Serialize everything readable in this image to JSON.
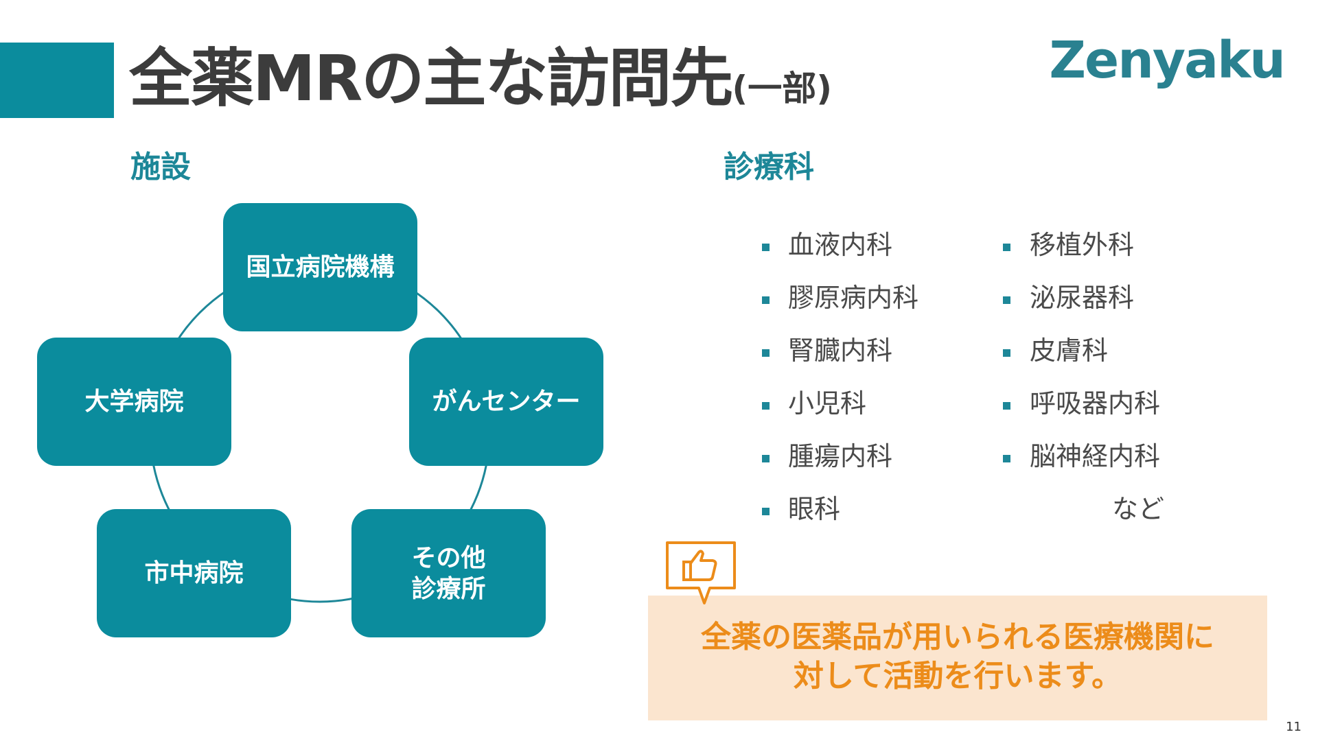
{
  "title": {
    "main": "全薬MRの主な訪問先",
    "sub": "(一部)"
  },
  "logo": "Zenyaku",
  "facilities": {
    "label": "施設",
    "items": [
      {
        "label": "国立病院機構"
      },
      {
        "label": "がんセンター"
      },
      {
        "label": "その他\n診療所"
      },
      {
        "label": "市中病院"
      },
      {
        "label": "大学病院"
      }
    ]
  },
  "departments": {
    "label": "診療科",
    "col1": [
      "血液内科",
      "膠原病内科",
      "腎臓内科",
      "小児科",
      "腫瘍内科",
      "眼科"
    ],
    "col2": [
      "移植外科",
      "泌尿器科",
      "皮膚科",
      "呼吸器内科",
      "脳神経内科"
    ],
    "etc": "など"
  },
  "callout": {
    "text": "全薬の医薬品が用いられる医療機関に\n対して活動を行います。",
    "icon": "thumbs-up-icon"
  },
  "page_number": "11",
  "colors": {
    "accent": "#0b8c9d",
    "callout_bg": "#fbe5cf",
    "callout_text": "#ec8c1a"
  }
}
